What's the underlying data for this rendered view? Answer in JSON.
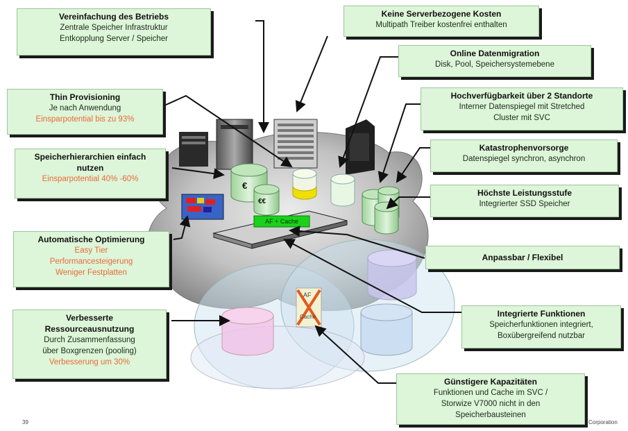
{
  "boxes": {
    "betrieb": {
      "title": "Vereinfachung des Betriebs",
      "lines": [
        "Zentrale Speicher Infrastruktur",
        "Entkopplung Server / Speicher"
      ]
    },
    "kosten": {
      "title": "Keine Serverbezogene Kosten",
      "lines": [
        "Multipath Treiber kostenfrei enthalten"
      ]
    },
    "migration": {
      "title": "Online Datenmigration",
      "lines": [
        "Disk, Pool, Speichersystemebene"
      ]
    },
    "thin": {
      "title": "Thin Provisioning",
      "lines": [
        "Je nach Anwendung"
      ],
      "orange": [
        "Einsparpotential bis zu 93%"
      ]
    },
    "hochverf": {
      "title": "Hochverfügbarkeit über 2 Standorte",
      "lines": [
        "Interner Datenspiegel mit Stretched",
        "Cluster mit SVC"
      ]
    },
    "katastrophe": {
      "title": "Katastrophenvorsorge",
      "lines": [
        "Datenspiegel synchron, asynchron"
      ]
    },
    "hierarchie": {
      "title": "Speicherhierarchien einfach nutzen",
      "orange": [
        "Einsparpotential 40% -60%"
      ]
    },
    "leistung": {
      "title": "Höchste Leistungsstufe",
      "lines": [
        "Integrierter SSD Speicher"
      ]
    },
    "optimierung": {
      "title": "Automatische Optimierung",
      "orange": [
        "Easy Tier",
        "Performancesteigerung",
        "Weniger Festplatten"
      ]
    },
    "flexibel": {
      "title": "Anpassbar / Flexibel"
    },
    "ressourcen": {
      "title": "Verbesserte Ressourceausnutzung",
      "lines": [
        "Durch Zusammenfassung",
        "über Boxgrenzen (pooling)"
      ],
      "orange": [
        "Verbesserung um 30%"
      ]
    },
    "funktionen": {
      "title": "Integrierte Funktionen",
      "lines": [
        "Speicherfunktionen integriert,",
        "Boxübergreifend nutzbar"
      ]
    },
    "kapazitaet": {
      "title": "Günstigere Kapazitäten",
      "lines": [
        "Funktionen und Cache im SVC /",
        "Storwize V7000 nicht in den",
        "Speicherbausteinen"
      ]
    }
  },
  "center": {
    "cache_label": "AF + Cache",
    "af_label": "AF",
    "cache_small": "Cache",
    "euro_symbol": "€",
    "euro_symbol2": "€€"
  },
  "footer": {
    "page": "39",
    "corporation": "Corporation"
  },
  "colors": {
    "box_fill": "#ddf5d8",
    "orange_text": "#ea6a3a",
    "cache_green": "#1bd11b"
  }
}
